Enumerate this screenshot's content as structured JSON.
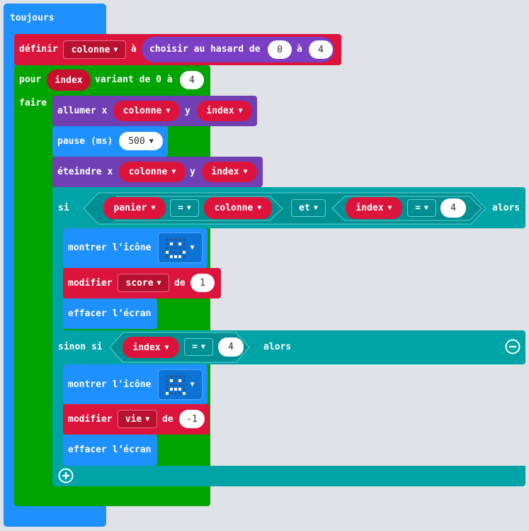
{
  "forever": {
    "label": "toujours"
  },
  "set_block": {
    "label": "définir",
    "var": "colonne",
    "to": "à",
    "random_label": "choisir au hasard de",
    "from": "0",
    "and": "à",
    "max": "4"
  },
  "for_block": {
    "label": "pour",
    "var": "index",
    "range": "variant de 0 à",
    "max": "4",
    "do": "faire"
  },
  "plot": {
    "label": "allumer x",
    "x": "colonne",
    "y_label": "y",
    "y": "index"
  },
  "pause": {
    "label": "pause (ms)",
    "value": "500"
  },
  "unplot": {
    "label": "éteindre x",
    "x": "colonne",
    "y_label": "y",
    "y": "index"
  },
  "if_block": {
    "label": "si",
    "left_var": "panier",
    "op1": "=",
    "right_var": "colonne",
    "logic": "et",
    "var2": "index",
    "op2": "=",
    "value2": "4",
    "then": "alors",
    "show_icon": "montrer l'icône",
    "change": "modifier",
    "change_var": "score",
    "change_de": "de",
    "change_val": "1",
    "clear": "effacer l’écran"
  },
  "elseif_block": {
    "label": "sinon si",
    "var": "index",
    "op": "=",
    "value": "4",
    "then": "alors",
    "show_icon": "montrer l'icône",
    "change": "modifier",
    "change_var": "vie",
    "change_de": "de",
    "change_val": "-1",
    "clear": "effacer l’écran"
  },
  "icons": {
    "happy": "happy-face-icon",
    "sad": "sad-face-icon",
    "remove": "minus-circle-icon",
    "add": "plus-circle-icon"
  },
  "colors": {
    "loops": "#1e90ff",
    "variables": "#dc143c",
    "for": "#00a400",
    "led": "#6f3fb3",
    "logic": "#00a4a6"
  }
}
